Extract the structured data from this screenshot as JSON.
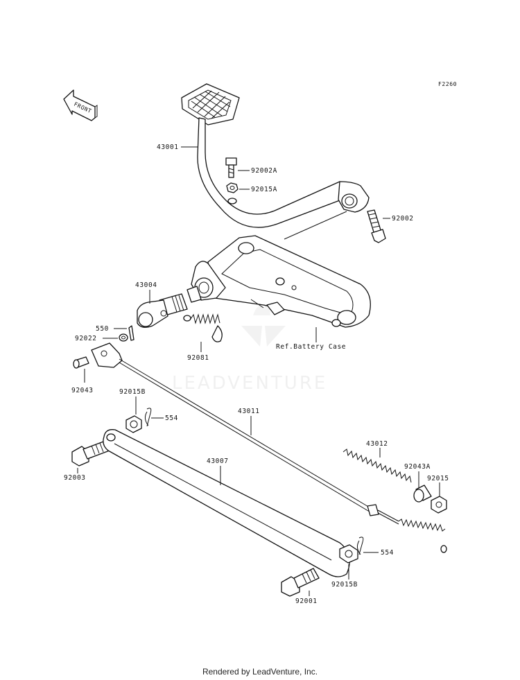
{
  "figure_code": "F2260",
  "front_label": "FRONT",
  "watermark": "LEADVENTURE",
  "reference_note": "Ref.Battery Case",
  "credit": "Rendered by LeadVenture, Inc.",
  "parts": [
    {
      "id": "43001",
      "name": "pedal-arm"
    },
    {
      "id": "92002A",
      "name": "bolt"
    },
    {
      "id": "92015A",
      "name": "nut"
    },
    {
      "id": "92002",
      "name": "bolt"
    },
    {
      "id": "43004",
      "name": "pedal-shaft"
    },
    {
      "id": "550",
      "name": "cotter-pin"
    },
    {
      "id": "92022",
      "name": "washer"
    },
    {
      "id": "92081",
      "name": "spring"
    },
    {
      "id": "92043",
      "name": "pin"
    },
    {
      "id": "92015B",
      "name": "nut-upper"
    },
    {
      "id": "554",
      "name": "clip-upper"
    },
    {
      "id": "43011",
      "name": "brake-rod"
    },
    {
      "id": "43012",
      "name": "rod-spring"
    },
    {
      "id": "92003",
      "name": "bolt"
    },
    {
      "id": "43007",
      "name": "link-bar"
    },
    {
      "id": "92043A",
      "name": "joint"
    },
    {
      "id": "92015",
      "name": "nut"
    },
    {
      "id": "554",
      "name": "clip-lower"
    },
    {
      "id": "92015B",
      "name": "nut-lower"
    },
    {
      "id": "92001",
      "name": "bolt"
    }
  ]
}
